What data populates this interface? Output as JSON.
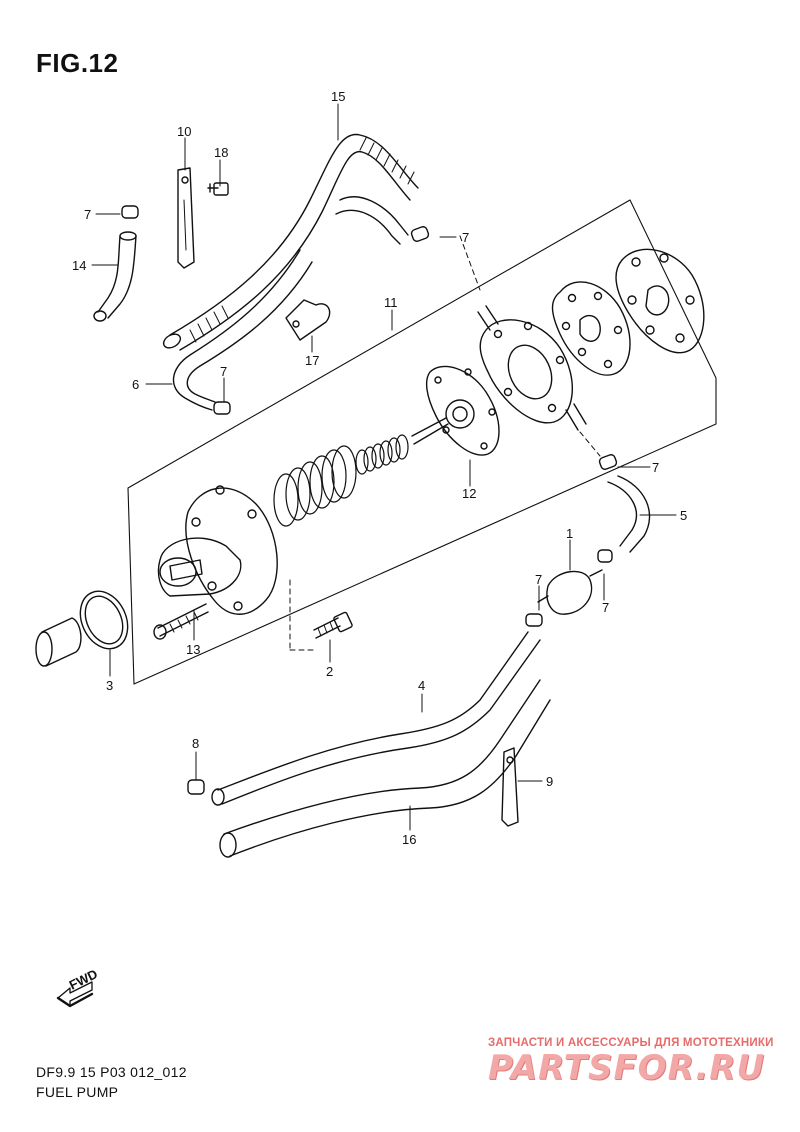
{
  "figure": {
    "title": "FIG.12",
    "code": "DF9.9 15 P03 012_012",
    "name": "FUEL PUMP"
  },
  "direction_arrow": {
    "label": "FWD",
    "icon": "fwd-arrow-icon"
  },
  "callouts": {
    "c1": "1",
    "c2": "2",
    "c3": "3",
    "c4": "4",
    "c5": "5",
    "c6": "6",
    "c7a": "7",
    "c7b": "7",
    "c7c": "7",
    "c7d": "7",
    "c7e": "7",
    "c7f": "7",
    "c8": "8",
    "c9": "9",
    "c10": "10",
    "c11": "11",
    "c12": "12",
    "c13": "13",
    "c14": "14",
    "c15": "15",
    "c16": "16",
    "c17": "17",
    "c18": "18"
  },
  "watermark": {
    "tagline": "ЗАПЧАСТИ И АКСЕССУАРЫ ДЛЯ МОТОТЕХНИКИ",
    "logo": "PARTSFOR.RU"
  },
  "colors": {
    "line": "#111111",
    "watermark": "#e86a6a"
  }
}
